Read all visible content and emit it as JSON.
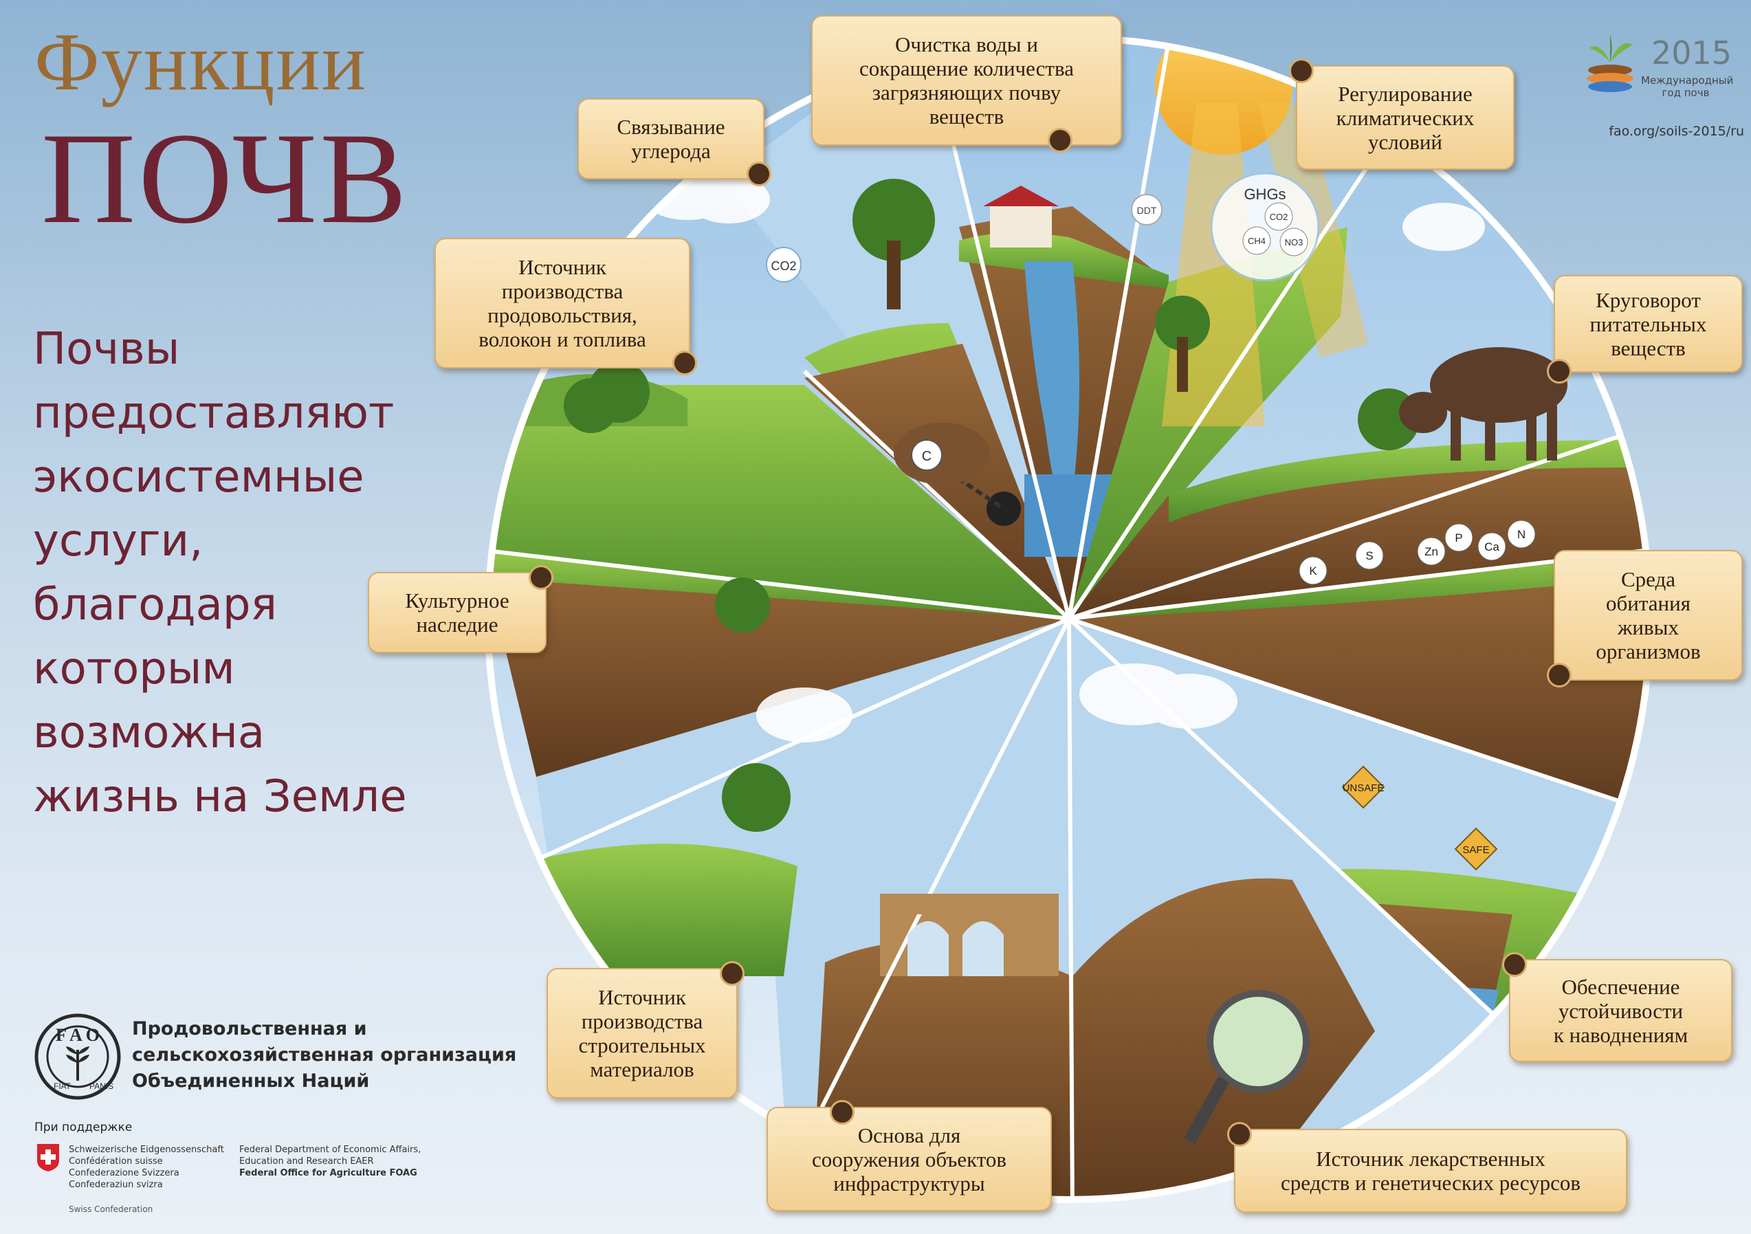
{
  "title": {
    "line1": "Функции",
    "line2": "ПОЧВ"
  },
  "subtitle": {
    "lines": [
      "Почвы",
      "предоставляют",
      "экосистемные",
      "услуги,",
      "благодаря",
      "которым",
      "возможна",
      "жизнь на Земле"
    ]
  },
  "labels": {
    "carbon": [
      "Связывание",
      "углерода"
    ],
    "water": [
      "Очистка воды и",
      "сокращение количества",
      "загрязняющих почву",
      "веществ"
    ],
    "climate": [
      "Регулирование",
      "климатических",
      "условий"
    ],
    "nutrients": [
      "Круговорот",
      "питательных",
      "веществ"
    ],
    "habitat": [
      "Среда",
      "обитания",
      "живых",
      "организмов"
    ],
    "flood": [
      "Обеспечение",
      "устойчивости",
      "к наводнениям"
    ],
    "medicine": [
      "Источник лекарственных",
      "средств и генетических ресурсов"
    ],
    "infrastructure": [
      "Основа для",
      "сооружения объектов",
      "инфраструктуры"
    ],
    "construction": [
      "Источник",
      "производства",
      "строительных",
      "материалов"
    ],
    "heritage": [
      "Культурное",
      "наследие"
    ],
    "food": [
      "Источник",
      "производства",
      "продовольствия,",
      "волокон и топлива"
    ]
  },
  "illustration": {
    "co2": "CO2",
    "carbon": "C",
    "ddt": "DDT",
    "ghgs": "GHGs",
    "ghg_co2": "CO2",
    "ghg_ch4": "CH4",
    "ghg_no3": "NO3",
    "nutrients": [
      "K",
      "S",
      "Zn",
      "P",
      "Ca",
      "N"
    ],
    "unsafe": "UNSAFE",
    "safe": "SAFE"
  },
  "logo": {
    "year": "2015",
    "subtitle": [
      "Международный",
      "год почв"
    ],
    "url": "fao.org/soils-2015/ru"
  },
  "fao": {
    "lines": [
      "Продовольственная и",
      "сельскохозяйственная организация",
      "Объединенных Наций"
    ],
    "emblem_text": [
      "FIAT",
      "PANIS"
    ]
  },
  "support": {
    "label": "При поддержке",
    "swiss": [
      "Schweizerische Eidgenossenschaft",
      "Confédération suisse",
      "Confederazione Svizzera",
      "Confederaziun svizra"
    ],
    "federal": [
      "Federal Department of Economic Affairs,",
      "Education and Research EAER",
      "Federal Office for Agriculture FOAG"
    ],
    "confederation": "Swiss Confederation"
  },
  "colors": {
    "title_gold": "#9a6b34",
    "title_wine": "#6e2333",
    "label_fill": "#f2cf91",
    "soil_dark": "#4a2f1d",
    "soil": "#8b5e34",
    "grass": "#6ea83a",
    "sky": "#bcd8ee"
  }
}
